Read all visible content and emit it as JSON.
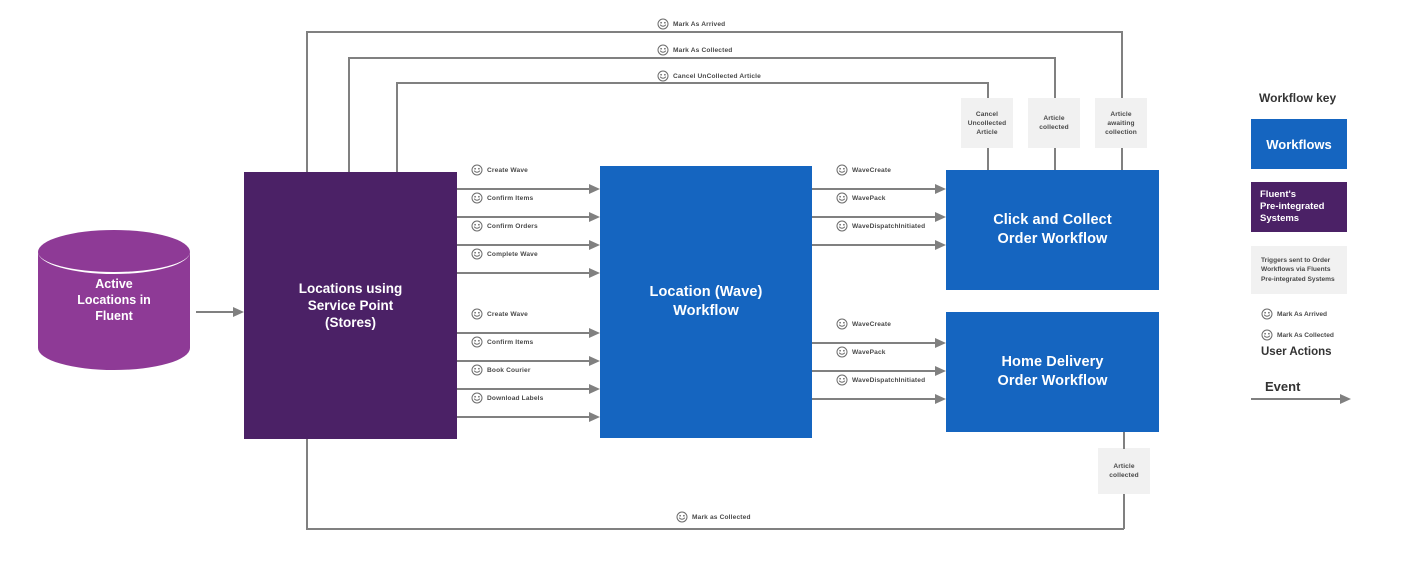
{
  "diagram": {
    "source_system": {
      "label": "Active\nLocations in\nFluent",
      "color": "#8e3a96"
    },
    "stores": {
      "label": "Locations using\nService Point\n(Stores)",
      "color": "#4b2166"
    },
    "wave_workflow": {
      "label": "Location (Wave)\nWorkflow",
      "color": "#1565c0"
    },
    "click_collect": {
      "label": "Click and Collect\nOrder Workflow",
      "color": "#1565c0"
    },
    "home_delivery": {
      "label": "Home Delivery\nOrder Workflow",
      "color": "#1565c0"
    },
    "top_flows": [
      {
        "label": "Mark As Arrived"
      },
      {
        "label": "Mark As Collected"
      },
      {
        "label": "Cancel UnCollected Article"
      }
    ],
    "bottom_flows": [
      {
        "label": "Mark as Collected"
      }
    ],
    "store_to_wave_group_1": [
      {
        "label": "Create Wave"
      },
      {
        "label": "Confirm Items"
      },
      {
        "label": "Confirm Orders"
      },
      {
        "label": "Complete Wave"
      }
    ],
    "store_to_wave_group_2": [
      {
        "label": "Create Wave"
      },
      {
        "label": "Confirm Items"
      },
      {
        "label": "Book Courier"
      },
      {
        "label": "Download Labels"
      }
    ],
    "wave_to_click_collect": [
      {
        "label": "WaveCreate"
      },
      {
        "label": "WavePack"
      },
      {
        "label": "WaveDispatchInitiated"
      }
    ],
    "wave_to_home_delivery": [
      {
        "label": "WaveCreate"
      },
      {
        "label": "WavePack"
      },
      {
        "label": "WaveDispatchInitiated"
      }
    ],
    "triggers_top": [
      {
        "label": "Cancel\nUncollected\nArticle"
      },
      {
        "label": "Article\ncollected"
      },
      {
        "label": "Article\nawaiting\ncollection"
      }
    ],
    "triggers_bottom": [
      {
        "label": "Article\ncollected"
      }
    ]
  },
  "legend": {
    "title": "Workflow key",
    "workflows": {
      "label": "Workflows",
      "color": "#1565c0"
    },
    "pre_integrated": {
      "label": "Fluent's\nPre-integrated\nSystems",
      "color": "#4b2166"
    },
    "triggers": {
      "label": "Triggers sent to Order\nWorkflows via Fluents\nPre-integrated Systems",
      "color": "#f1f1f1"
    },
    "user_actions": [
      {
        "label": "Mark As Arrived"
      },
      {
        "label": "Mark As Collected"
      }
    ],
    "user_actions_title": "User Actions",
    "event_label": "Event"
  }
}
